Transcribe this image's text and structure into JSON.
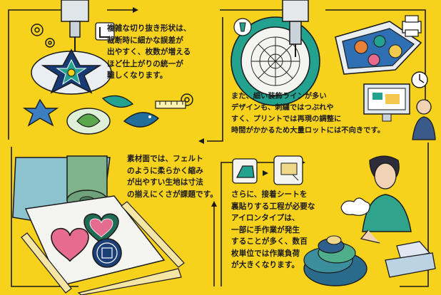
{
  "colors": {
    "background": "#f7d21d",
    "ink": "#1a1a1a",
    "patch_navy": "#163a73",
    "patch_teal": "#23a38f",
    "patch_green": "#5aa84b",
    "felt_blue": "#8cc3cf",
    "felt_green": "#7fb38b",
    "heart_pink": "#e56b8f"
  },
  "panels": {
    "top_left": {
      "text": "複雑な切り抜き形状は、\n裁断時に細かな誤差が\n出やすく、枚数が増える\nほど仕上がりの統一が\n難しくなります。",
      "icons": [
        "sewing-machine-icon",
        "gear-icon",
        "ruler-square-icon",
        "star-patch-icon",
        "leaf-patch-icon",
        "ruler-icon"
      ]
    },
    "top_right": {
      "text": "また、細い装飾ラインが多い\nデザインも、刺繍ではつぶれや\nすく、プリントでは再現の調整に\n時間がかかるため大量ロットには不向きです。",
      "icons": [
        "embroidery-needle-icon",
        "printer-icon",
        "clock-icon",
        "monitor-icon",
        "designer-person-icon",
        "ornate-patch-icon"
      ]
    },
    "bottom_left": {
      "text": "素材面では、フェルト\nのように柔らかく縮み\nが出やすい生地は寸法\nの揃えにくさが課題です。",
      "icons": [
        "felt-roll-icon",
        "heart-patch-icon",
        "round-patch-icon",
        "ruler-icon"
      ]
    },
    "bottom_right": {
      "text": "さらに、接着シートを\n裏貼りする工程が必要な\nアイロンタイプは、\n一部に手作業が発生\nすることが多く、数百\n枚単位では作業負荷\nが大きくなります。",
      "icons": [
        "iron-icon",
        "play-arrow-icon",
        "adhesive-sheet-icon",
        "worried-worker-icon",
        "patch-pile-icon",
        "stress-cloud-icon"
      ]
    }
  }
}
